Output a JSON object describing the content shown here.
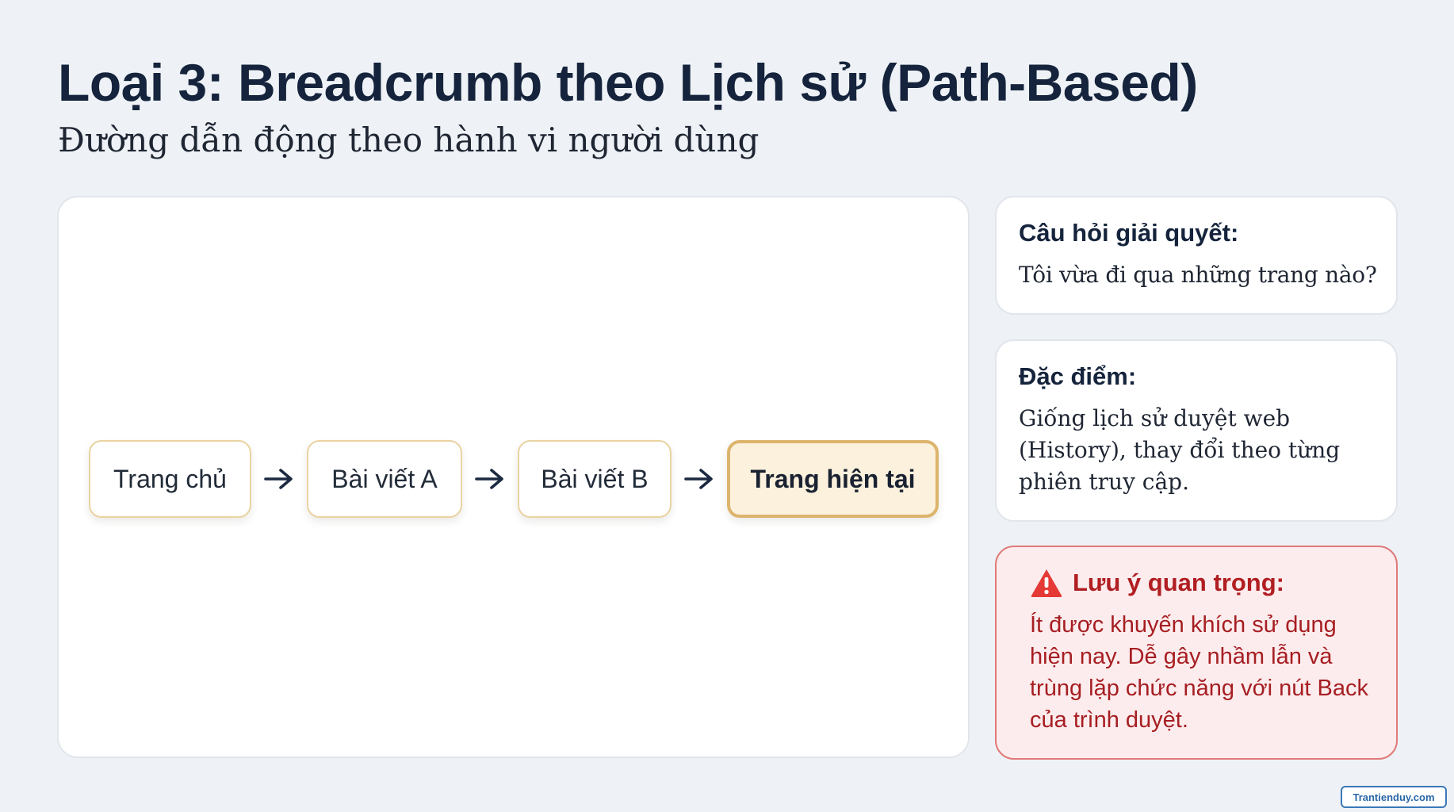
{
  "header": {
    "title": "Loại 3: Breadcrumb theo Lịch sử (Path-Based)",
    "subtitle": "Đường dẫn động theo hành vi người dùng"
  },
  "breadcrumb": {
    "items": [
      {
        "label": "Trang chủ"
      },
      {
        "label": "Bài viết A"
      },
      {
        "label": "Bài viết B"
      },
      {
        "label": "Trang hiện tại"
      }
    ],
    "separator_icon": "arrow-right-icon"
  },
  "question_card": {
    "heading": "Câu hỏi giải quyết:",
    "body": "Tôi vừa đi qua những trang nào?"
  },
  "features_card": {
    "heading": "Đặc điểm:",
    "body": "Giống lịch sử duyệt web (History), thay đổi theo từng phiên truy cập."
  },
  "warning_card": {
    "icon": "warning-triangle-icon",
    "heading": "Lưu ý quan trọng:",
    "body": "Ít được khuyến khích sử dụng hiện nay. Dễ gây nhầm lẫn và trùng lặp chức năng với nút Back của trình duyệt."
  },
  "watermark": {
    "text": "Trantienduy.com"
  },
  "colors": {
    "background": "#eef2f6",
    "crumb_border": "#ead3a1",
    "current_crumb_fill": "#fbf1dc",
    "current_crumb_border": "#dcb46c",
    "warning_fill": "#fdeced",
    "warning_border": "#e07a78",
    "warning_text": "#b01e22"
  }
}
